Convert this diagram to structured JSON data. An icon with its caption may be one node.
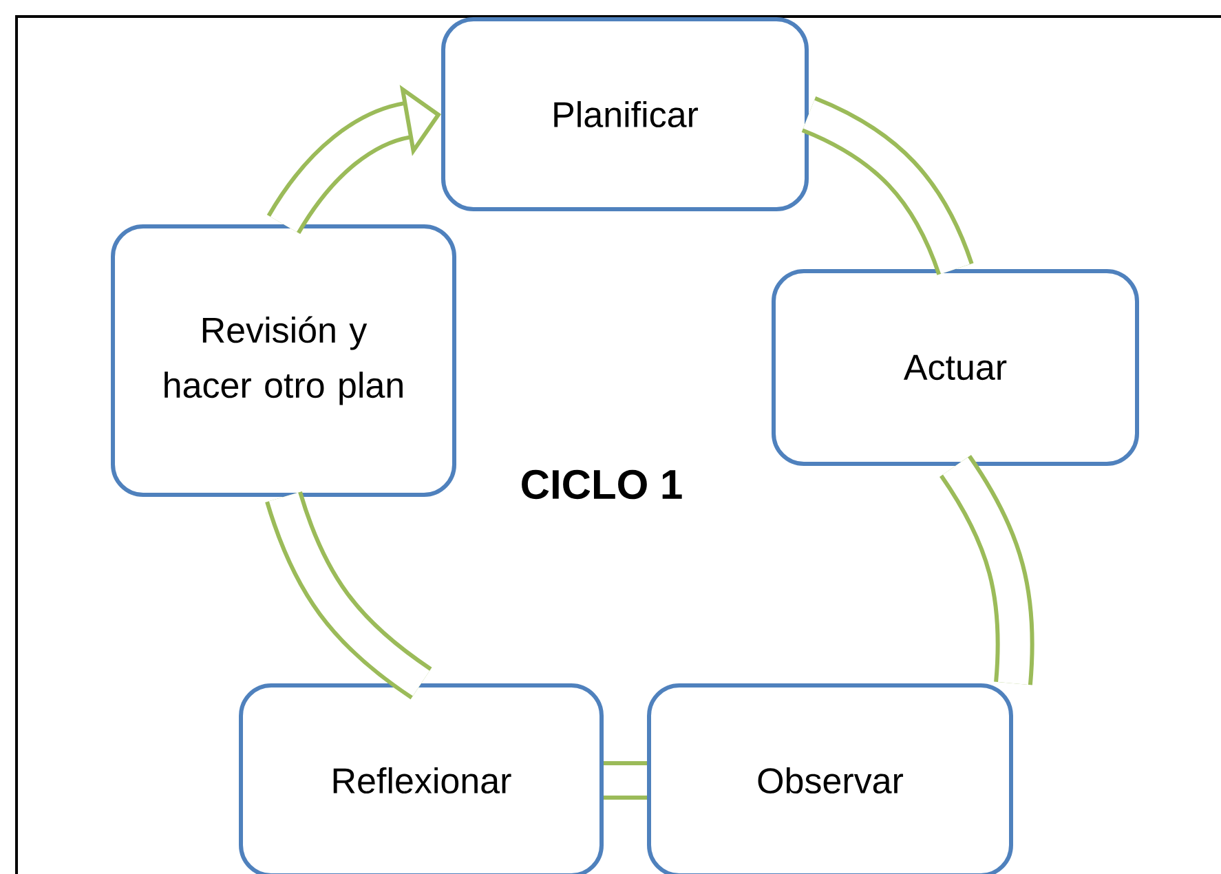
{
  "diagram": {
    "nodes": [
      {
        "text": [
          "Planificar"
        ]
      },
      {
        "text": [
          "Actuar"
        ]
      },
      {
        "text": [
          "Observar"
        ]
      },
      {
        "text": [
          "Reflexionar"
        ]
      },
      {
        "text": [
          "Revisión y hacer otro plan"
        ]
      }
    ],
    "edges": [
      {
        "from": 0,
        "to": 1,
        "arrow": "none"
      },
      {
        "from": 1,
        "to": 2,
        "arrow": "none"
      },
      {
        "from": 2,
        "to": 3,
        "arrow": "none"
      },
      {
        "from": 3,
        "to": 4,
        "arrow": "none"
      },
      {
        "from": 4,
        "to": 0,
        "arrow": "to"
      }
    ],
    "labels": [
      "**CICLO 1**"
    ]
  }
}
